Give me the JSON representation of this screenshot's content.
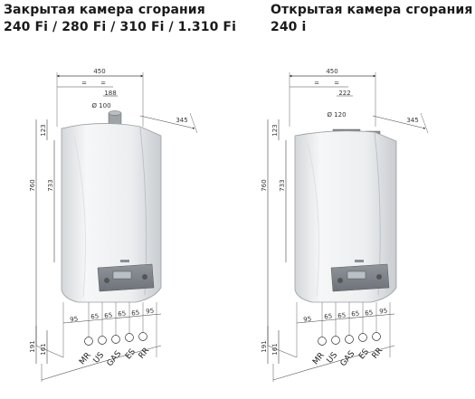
{
  "left": {
    "title_line1": "Закрытая камера сгорания",
    "title_line2": "240 Fi / 280 Fi / 310 Fi / 1.310 Fi",
    "dims": {
      "width": "450",
      "depth": "345",
      "height": "760",
      "body": "733",
      "top_offset": "123",
      "flue_offset": "188",
      "flue_diameter": "Ø 100",
      "bottom_left": "95",
      "bottom_right": "95",
      "pitch": "65",
      "low_a": "191",
      "low_b": "161",
      "marker_a": "=",
      "marker_b": "="
    },
    "connections": [
      "MR",
      "US",
      "GAS",
      "ES",
      "RR"
    ]
  },
  "right": {
    "title_line1": "Открытая камера сгорания",
    "title_line2": "240 i",
    "dims": {
      "width": "450",
      "depth": "345",
      "height": "760",
      "body": "733",
      "top_offset": "123",
      "flue_offset": "222",
      "flue_diameter": "Ø 120",
      "bottom_left": "95",
      "bottom_right": "95",
      "pitch": "65",
      "low_a": "191",
      "low_b": "161",
      "marker_a": "=",
      "marker_b": "="
    },
    "connections": [
      "MR",
      "US",
      "GAS",
      "ES",
      "RR"
    ]
  }
}
